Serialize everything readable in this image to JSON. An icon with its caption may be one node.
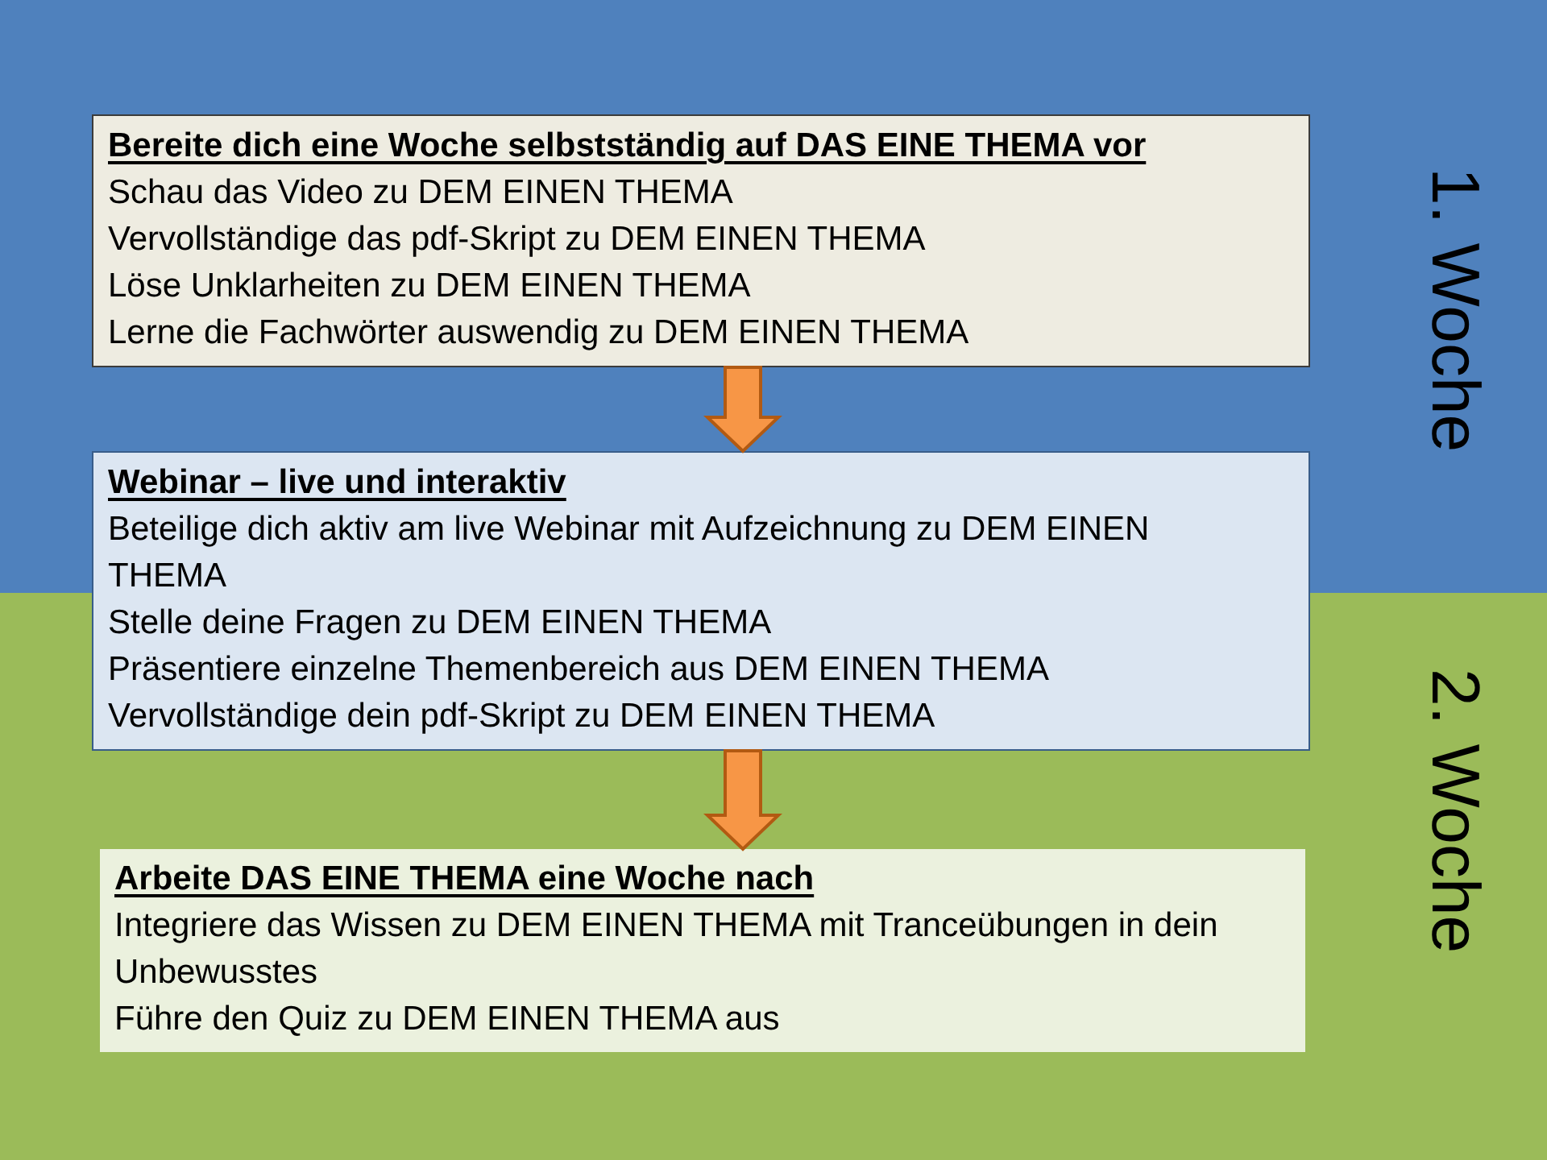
{
  "diagram": {
    "nodes": [
      {
        "text": [
          "Bereite dich eine Woche selbstständig auf DAS EINE THEMA vor",
          "Schau das Video zu DEM EINEN THEMA",
          "Vervollständige das pdf-Skript zu DEM EINEN THEMA",
          "Löse Unklarheiten zu DEM EINEN THEMA",
          "Lerne die Fachwörter auswendig zu DEM EINEN THEMA"
        ]
      },
      {
        "text": [
          "Webinar – live und interaktiv",
          "Beteilige dich aktiv am live Webinar mit Aufzeichnung zu DEM EINEN THEMA",
          "Stelle deine Fragen zu DEM EINEN THEMA",
          "Präsentiere einzelne Themenbereich aus DEM EINEN THEMA",
          "Vervollständige dein pdf-Skript zu DEM EINEN THEMA"
        ]
      },
      {
        "text": [
          "Arbeite DAS EINE THEMA eine Woche nach",
          "Integriere das Wissen zu DEM EINEN THEMA mit Tranceübungen in dein Unbewusstes",
          "Führe den Quiz zu DEM EINEN THEMA aus"
        ]
      }
    ],
    "edges": [
      {
        "from": 0,
        "to": 1,
        "arrow": "to"
      },
      {
        "from": 1,
        "to": 2,
        "arrow": "to"
      }
    ],
    "labels": [
      "1. Woche",
      "2. Woche"
    ]
  }
}
